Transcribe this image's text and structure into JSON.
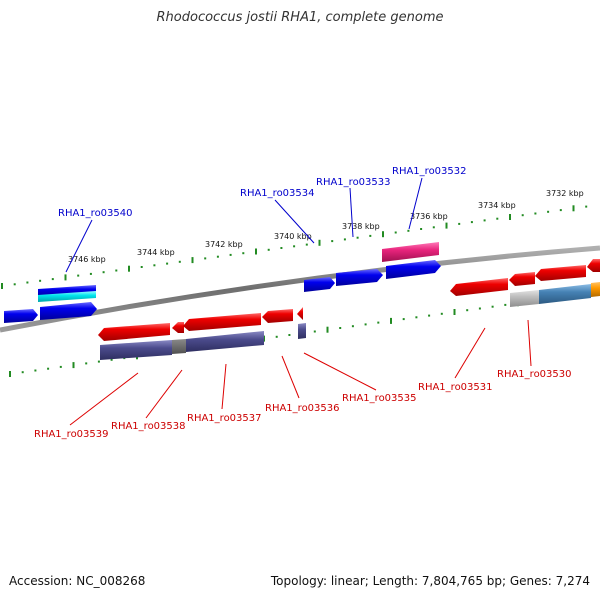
{
  "title": "Rhodococcus jostii RHA1, complete genome",
  "footer": {
    "accession": "Accession: NC_008268",
    "topology": "Topology: linear; Length: 7,804,765 bp; Genes: 7,274"
  },
  "scale_labels": [
    "3746 kbp",
    "3744 kbp",
    "3742 kbp",
    "3740 kbp",
    "3738 kbp",
    "3736 kbp",
    "3734 kbp",
    "3732 kbp"
  ],
  "genes_top": [
    "RHA1_ro03540",
    "RHA1_ro03534",
    "RHA1_ro03533",
    "RHA1_ro03532"
  ],
  "genes_bottom": [
    "RHA1_ro03539",
    "RHA1_ro03538",
    "RHA1_ro03537",
    "RHA1_ro03536",
    "RHA1_ro03535",
    "RHA1_ro03531",
    "RHA1_ro03530"
  ],
  "colors": {
    "forward_gene": "#0000ee",
    "reverse_gene": "#ee0000",
    "top_label": "#0000cc",
    "bottom_label": "#cc0000",
    "backbone": "#777777",
    "ticks": "#228b22",
    "pink_gene": "#e8247c",
    "cyan_gene": "#00e5ee",
    "slate_gene": "#4b4b8c",
    "steel_gene": "#4682b4",
    "orange_gene": "#ff9900"
  }
}
